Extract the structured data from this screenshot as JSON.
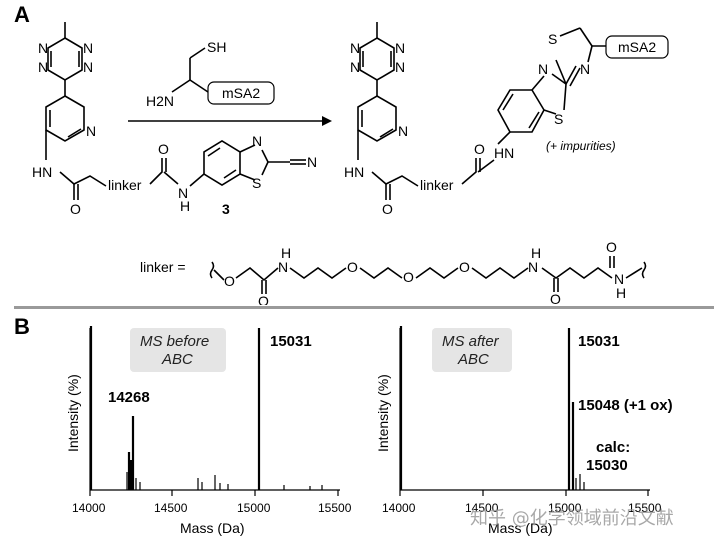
{
  "panel_a": {
    "label": "A",
    "reagent_sh": "SH",
    "reagent_h2n": "H2N",
    "protein_tag": "mSA2",
    "compound_number": "3",
    "impurities": "(+ impurities)",
    "linker_word": "linker",
    "linker_equals": "linker =",
    "atoms": {
      "N": "N",
      "S": "S",
      "O": "O",
      "HN": "HN",
      "H": "H",
      "CN": "N"
    }
  },
  "panel_b": {
    "label": "B",
    "before": {
      "box_text_1": "MS before",
      "box_text_2": "ABC",
      "main_peak": "15031",
      "minor_peak": "14268",
      "ylabel": "Intensity (%)",
      "xlabel": "Mass (Da)",
      "ticks": [
        "14000",
        "14500",
        "15000",
        "15500"
      ]
    },
    "after": {
      "box_text_1": "MS after",
      "box_text_2": "ABC",
      "main_peak": "15031",
      "ox_peak": "15048 (+1 ox)",
      "calc_label": "calc:",
      "calc_value": "15030",
      "ylabel": "Intensity (%)",
      "xlabel": "Mass (Da)",
      "ticks": [
        "14000",
        "14500",
        "15000",
        "15500"
      ]
    }
  },
  "watermark": "知乎 @化学领域前沿文献"
}
